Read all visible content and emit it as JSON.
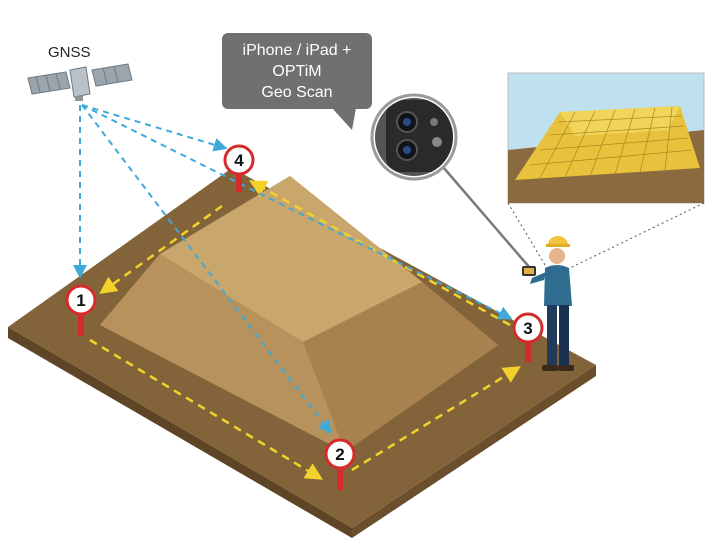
{
  "gnss_label": "GNSS",
  "device_bubble": {
    "lines": [
      "iPhone / iPad +",
      "OPTiM",
      "Geo Scan"
    ]
  },
  "markers": [
    {
      "id": "1",
      "label": "1"
    },
    {
      "id": "2",
      "label": "2"
    },
    {
      "id": "3",
      "label": "3"
    },
    {
      "id": "4",
      "label": "4"
    }
  ],
  "colors": {
    "ground_top": "#83643a",
    "ground_side": "#6b4f2c",
    "mound_top": "#c9a76d",
    "mound_side": "#b89159",
    "gnss_signal": "#3fa9d9",
    "survey_path": "#f2d22a",
    "marker_red": "#d62b2b",
    "bubble_bg": "#707070",
    "mesh_yellow": "#e8c23c",
    "sky": "#bfe0ee"
  },
  "icons": [
    "satellite-icon",
    "camera-module-icon",
    "surveyor-figure-icon"
  ]
}
